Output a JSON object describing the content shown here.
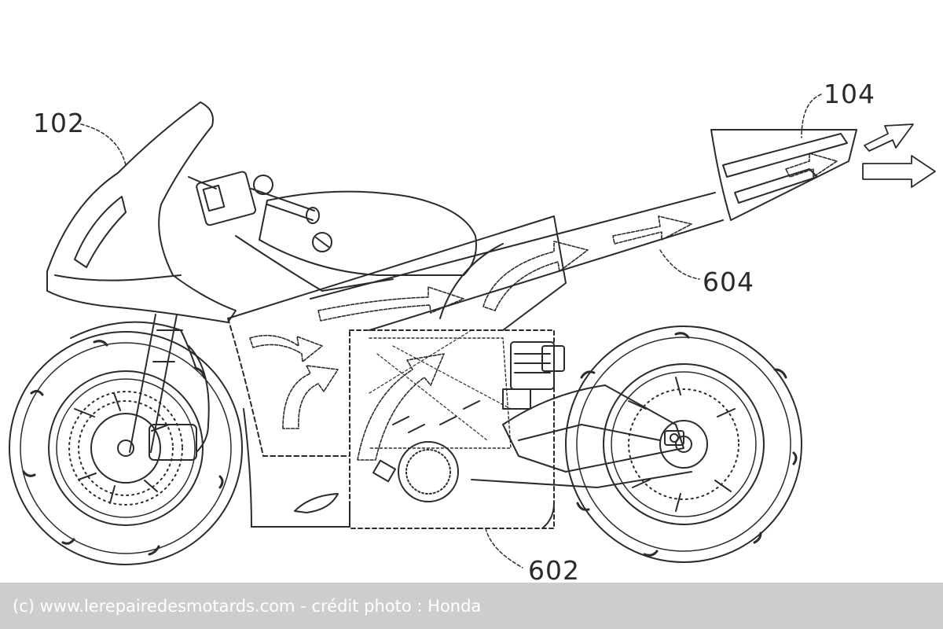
{
  "figure": {
    "labels": {
      "fairing": "102",
      "tail_exhaust": "104",
      "duct": "604",
      "zone": "602"
    }
  },
  "caption": "(c) www.lerepairedesmotards.com  - crédit photo : Honda"
}
